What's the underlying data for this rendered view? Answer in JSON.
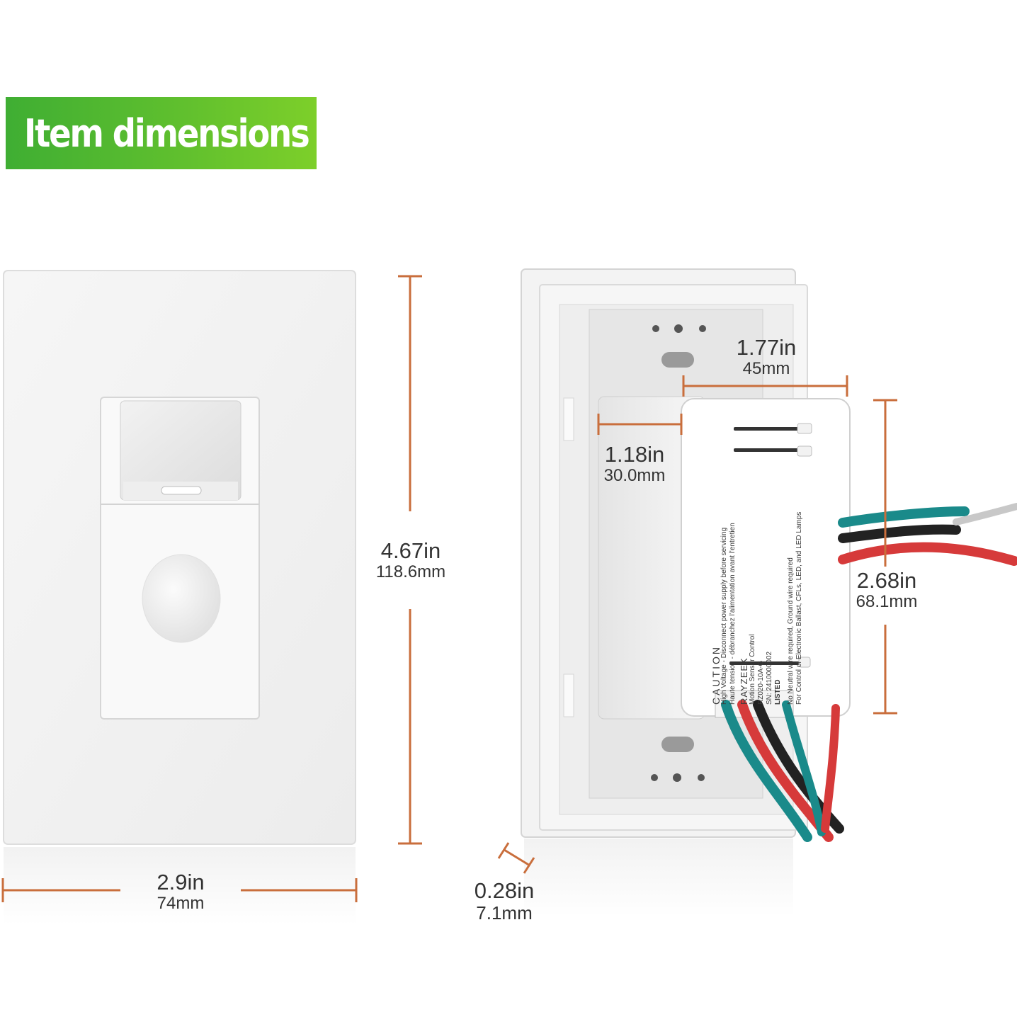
{
  "banner": {
    "title": "Item dimensions",
    "color": "#5cbd2f"
  },
  "dimension_line_color": "#c96e3c",
  "dimensions": {
    "height": {
      "inches": "4.67in",
      "mm": "118.6mm"
    },
    "width": {
      "inches": "2.9in",
      "mm": "74mm"
    },
    "depth_plate": {
      "inches": "0.28in",
      "mm": "7.1mm"
    },
    "body_width": {
      "inches": "1.77in",
      "mm": "45mm"
    },
    "body_depth": {
      "inches": "1.18in",
      "mm": "30.0mm"
    },
    "body_height": {
      "inches": "2.68in",
      "mm": "68.1mm"
    }
  },
  "product_label": {
    "caution": "CAUTION",
    "brand": "RAYZEEK",
    "model_line": "Motion Sensor Control",
    "model": "RZ020-10A-G",
    "serial": "SN: 2410000002",
    "listing": "LISTED",
    "warning_en": "High Voltage - Disconnect power supply before servicing",
    "warning_fr": "Haute tension - débranchez l'alimentation avant l'entretien",
    "note_neutral": "No Neutral wire required, Ground wire required",
    "note_lamps": "For Control of Electronic Ballast, CFLs, LED, and LED Lamps"
  }
}
